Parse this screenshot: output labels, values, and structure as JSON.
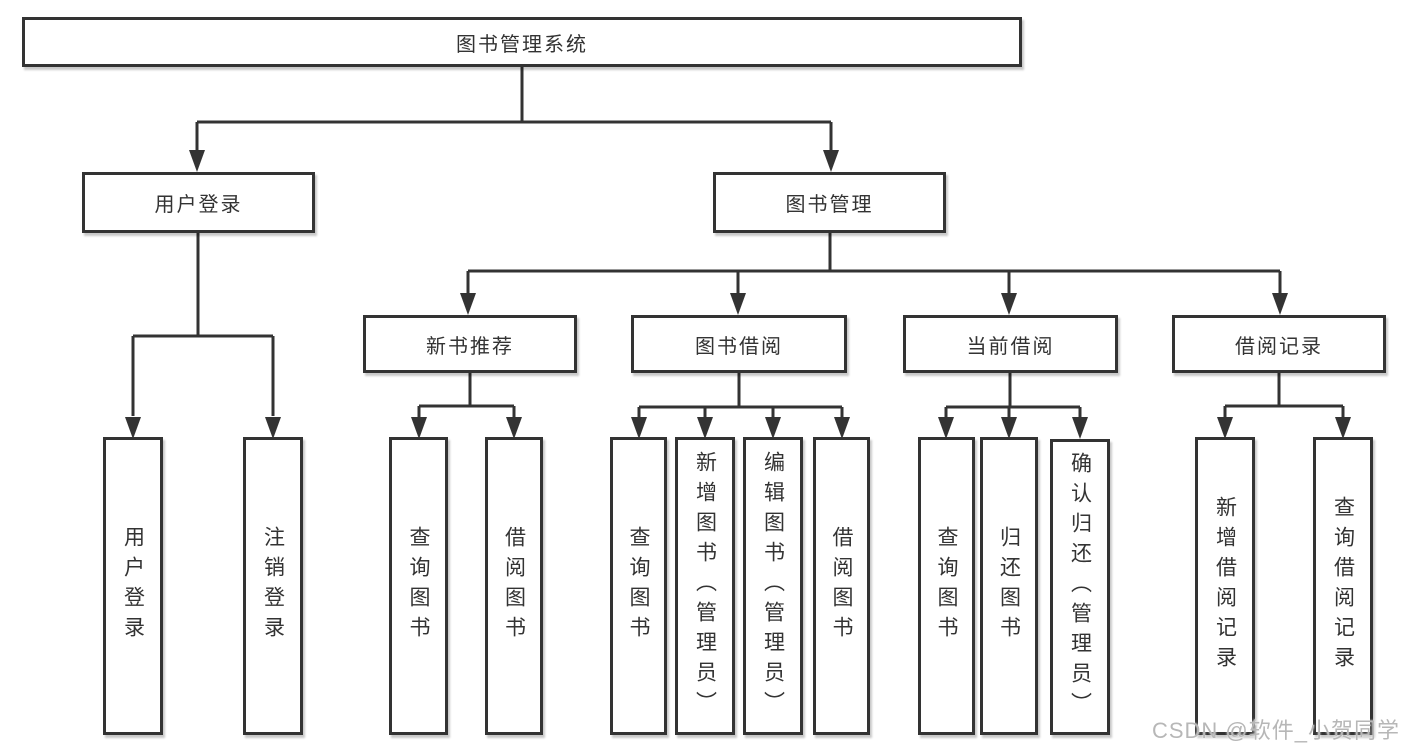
{
  "tree": {
    "label": "图书管理系统",
    "children": [
      {
        "label": "用户登录",
        "children": [
          {
            "label": "用户登录"
          },
          {
            "label": "注销登录"
          }
        ]
      },
      {
        "label": "图书管理",
        "children": [
          {
            "label": "新书推荐",
            "children": [
              {
                "label": "查询图书"
              },
              {
                "label": "借阅图书"
              }
            ]
          },
          {
            "label": "图书借阅",
            "children": [
              {
                "label": "查询图书"
              },
              {
                "label": "新增图书（管理员）"
              },
              {
                "label": "编辑图书（管理员）"
              },
              {
                "label": "借阅图书"
              }
            ]
          },
          {
            "label": "当前借阅",
            "children": [
              {
                "label": "查询图书"
              },
              {
                "label": "归还图书"
              },
              {
                "label": "确认归还（管理员）"
              }
            ]
          },
          {
            "label": "借阅记录",
            "children": [
              {
                "label": "新增借阅记录"
              },
              {
                "label": "查询借阅记录"
              }
            ]
          }
        ]
      }
    ]
  },
  "watermark": "CSDN @软件_小贺同学",
  "colors": {
    "line": "#333333",
    "text": "#333333",
    "box_background": "#ffffff",
    "watermark": "#b7b7b7"
  }
}
